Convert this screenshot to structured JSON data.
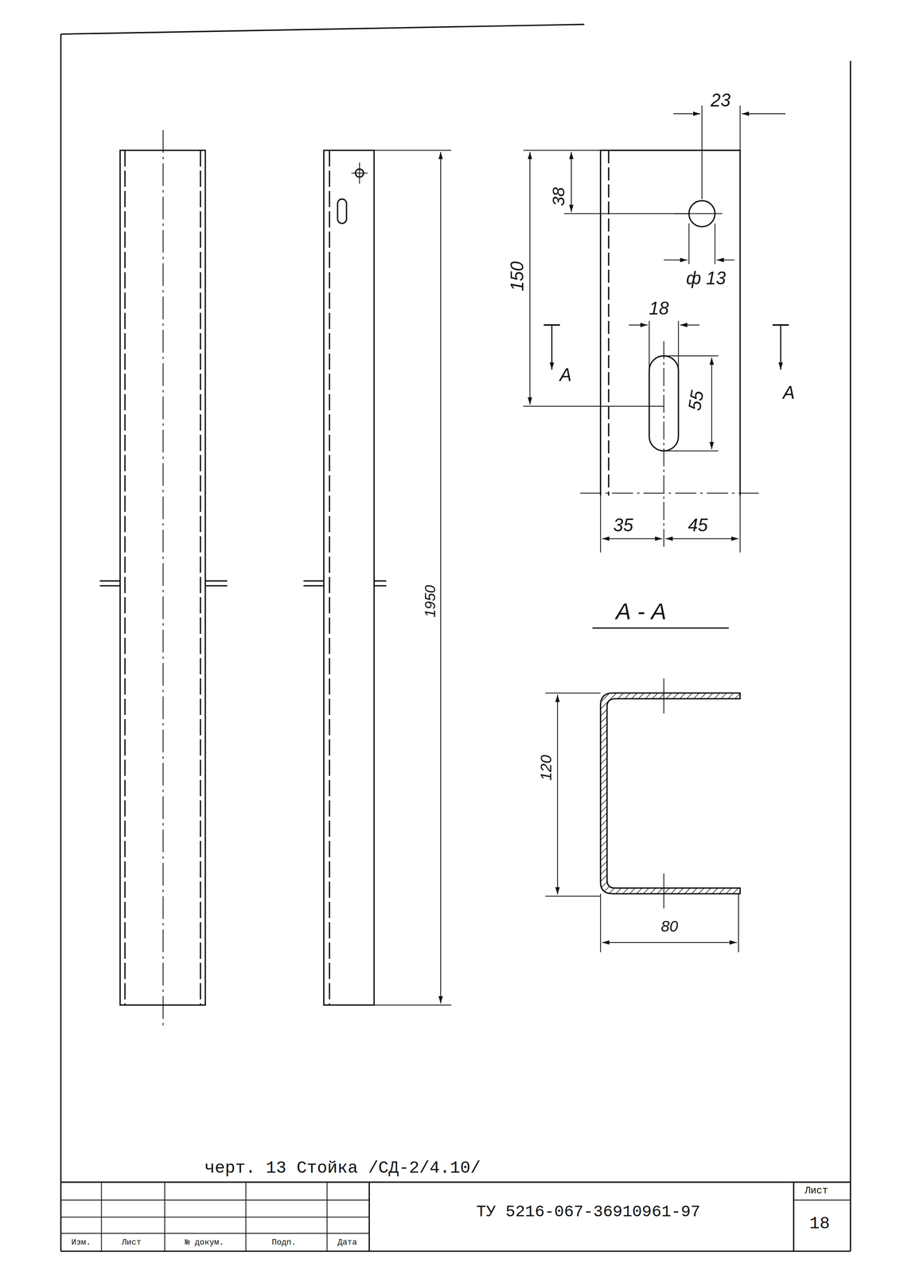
{
  "diagram": {
    "caption": "черт. 13 Стойка /СД-2/4.10/",
    "labels": [
      "23",
      "38",
      "150",
      "ф 13",
      "18",
      "А",
      "А",
      "55",
      "35",
      "45",
      "1950",
      "А - А",
      "120",
      "80",
      "ТУ 5216-067-36910961-97",
      "Лист",
      "18",
      "Изм.",
      "Лист",
      "№ докум.",
      "Подп.",
      "Дата"
    ]
  }
}
